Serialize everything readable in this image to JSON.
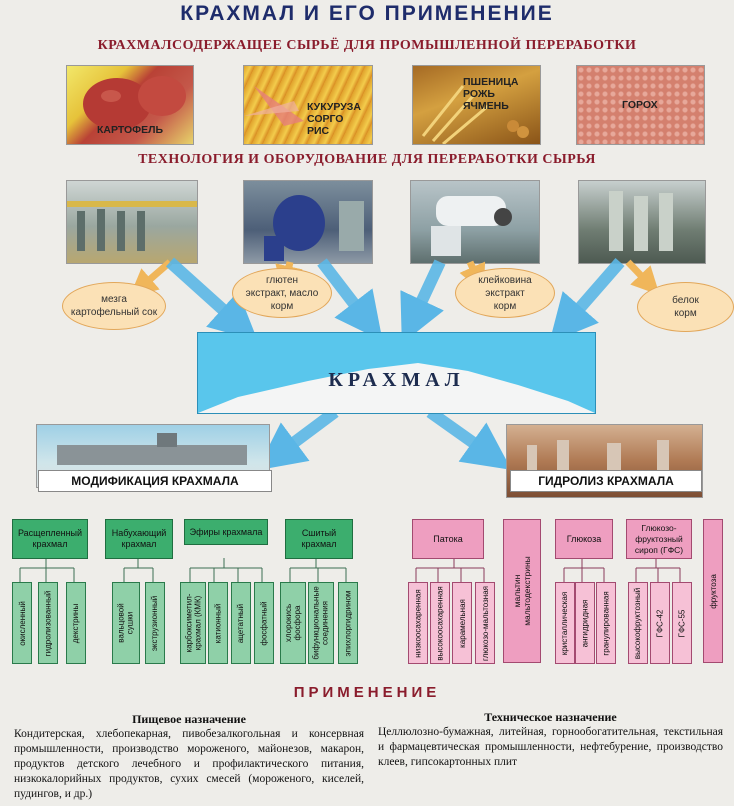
{
  "title": "КРАХМАЛ И ЕГО ПРИМЕНЕНИЕ",
  "raw_materials_header": "КРАХМАЛСОДЕРЖАЩЕЕ СЫРЬЁ ДЛЯ ПРОМЫШЛЕННОЙ ПЕРЕРАБОТКИ",
  "raw_materials": [
    {
      "label": "КАРТОФЕЛЬ"
    },
    {
      "label": "КУКУРУЗА\nСОРГО\nРИС"
    },
    {
      "label": "ПШЕНИЦА\nРОЖЬ\nЯЧМЕНЬ"
    },
    {
      "label": "ГОРОХ"
    }
  ],
  "technology_header": "ТЕХНОЛОГИЯ И ОБОРУДОВАНИЕ ДЛЯ ПЕРЕРАБОТКИ СЫРЬЯ",
  "byproducts": [
    "мезга\nкартофельный сок",
    "глютен\nэкстракт, масло\nкорм",
    "клейковина\nэкстракт\nкорм",
    "белок\nкорм"
  ],
  "starch_label": "КРАХМАЛ",
  "modification_label": "МОДИФИКАЦИЯ КРАХМАЛА",
  "hydrolysis_label": "ГИДРОЛИЗ КРАХМАЛА",
  "modification_groups": [
    {
      "label": "Расщепленный\nкрахмал",
      "items": [
        "окисленный",
        "гидролизованный",
        "декстрины"
      ]
    },
    {
      "label": "Набухающий\nкрахмал",
      "items": [
        "вальцовой\nсушки",
        "экструзионный"
      ]
    },
    {
      "label": "Эфиры крахмала",
      "items": [
        "карбоксиметил-\nкрахмал (КМК)",
        "катионный",
        "ацетатный",
        "фосфатный"
      ]
    },
    {
      "label": "Сшитый\nкрахмал",
      "items": [
        "хлорокись\nфосфора",
        "бифункциональные\nсоединения",
        "эпихлоргидрином"
      ]
    }
  ],
  "hydrolysis_groups": [
    {
      "label": "Патока",
      "items": [
        "низкоосахаренная",
        "высокоосахаренная",
        "карамельная",
        "глюкозо-мальтозная"
      ]
    },
    {
      "label": "мальтин\nмальтодекстрины",
      "items": []
    },
    {
      "label": "Глюкоза",
      "items": [
        "кристаллическая",
        "ангидридная",
        "гранулированная"
      ]
    },
    {
      "label": "Глюкозо-\nфруктозный\nсироп (ГФС)",
      "items": [
        "высокофруктозный",
        "ГФС-42",
        "ГФС-55"
      ]
    },
    {
      "label": "фруктоза",
      "items": []
    }
  ],
  "application_header": "ПРИМЕНЕНИЕ",
  "food": {
    "title": "Пищевое назначение",
    "text": "Кондитерская, хлебопекарная, пивобезалкогольная и консервная промышленности, производство мороженого, майонезов, макарон, продуктов детского лечебного и профилактического питания, низкокалорийных продуктов, сухих смесей (мороженого, киселей, пудингов, и др.)"
  },
  "technical": {
    "title": "Техническое назначение",
    "text": "Целлюлозно-бумажная, литейная, горнообогатительная, текстильная и фармацевтическая промышленности, нефтебурение, производство клеев, гипсокартонных плит"
  },
  "colors": {
    "title": "#1e2c6b",
    "header": "#8a1c2c",
    "starch": "#59c6ec",
    "arrow": "#5ab6e6",
    "green": "#3cae6e",
    "pink": "#ee9ec0",
    "oval": "#fbe1b6"
  }
}
